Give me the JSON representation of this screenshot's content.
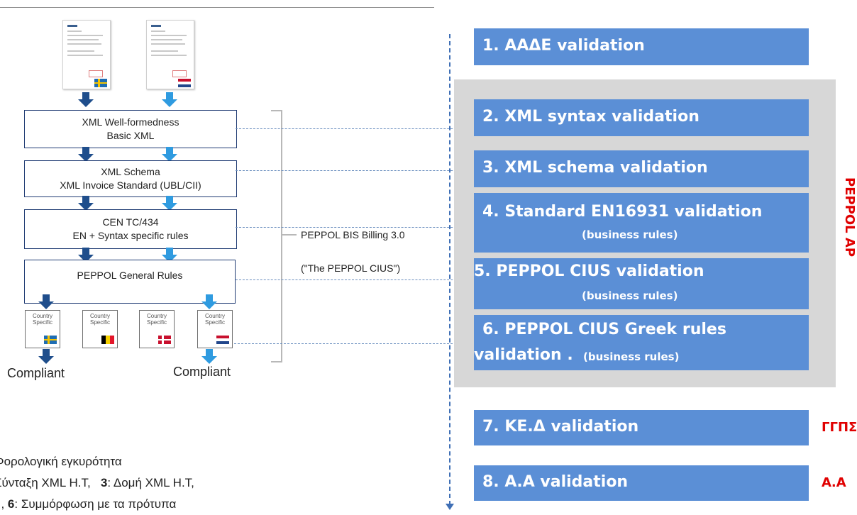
{
  "left_diagram": {
    "stages": [
      {
        "line1": "XML Well-formedness",
        "line2": "Basic XML"
      },
      {
        "line1": "XML Schema",
        "line2": "XML Invoice Standard (UBL/CII)"
      },
      {
        "line1": "CEN TC/434",
        "line2": "EN + Syntax specific rules"
      },
      {
        "line1": "PEPPOL General Rules",
        "line2": ""
      }
    ],
    "country_boxes": [
      {
        "line1": "Country",
        "line2": "Specific",
        "flag": "sweden"
      },
      {
        "line1": "Country",
        "line2": "Specific",
        "flag": "belgium"
      },
      {
        "line1": "Country",
        "line2": "Specific",
        "flag": "denmark"
      },
      {
        "line1": "Country",
        "line2": "Specific",
        "flag": "netherlands"
      }
    ],
    "compliant_left": "Compliant",
    "compliant_right": "Compliant",
    "bracket_label_1": "PEPPOL BIS Billing 3.0",
    "bracket_label_2": "(\"The PEPPOL CIUS\")"
  },
  "steps": [
    {
      "main": "1. ΑΑΔΕ validation",
      "sub": ""
    },
    {
      "main": "2. XML syntax validation",
      "sub": ""
    },
    {
      "main": "3. XML schema validation",
      "sub": ""
    },
    {
      "main": "4. Standard EN16931 validation",
      "sub": "(business rules)"
    },
    {
      "main": "5. PEPPOL CIUS validation",
      "sub": "(business rules)"
    },
    {
      "main": "6. PEPPOL CIUS Greek rules",
      "sub": "validation .",
      "sub2": "(business rules)"
    },
    {
      "main": "7. ΚΕ.Δ  validation",
      "sub": ""
    },
    {
      "main": "8. Α.Α  validation",
      "sub": ""
    }
  ],
  "side_labels": {
    "peppol_ap": "PEPPOL AP",
    "ggps": "ΓΓΠΣ",
    "aa": "Α.Α"
  },
  "greek_notes": {
    "line1": "Φορολογική εγκυρότητα",
    "line2a": "Σύνταξη XML Η.Τ,",
    "line2b": "3",
    "line2c": ": Δομή XML Η.Τ,",
    "line3a": "6",
    "line3b": ": Συμμόρφωση με τα πρότυπα"
  },
  "colors": {
    "step_blue": "#5b8fd6",
    "highlight_grey": "#d7d7d7",
    "side_red": "#e00000",
    "stage_border": "#1f3b73"
  }
}
